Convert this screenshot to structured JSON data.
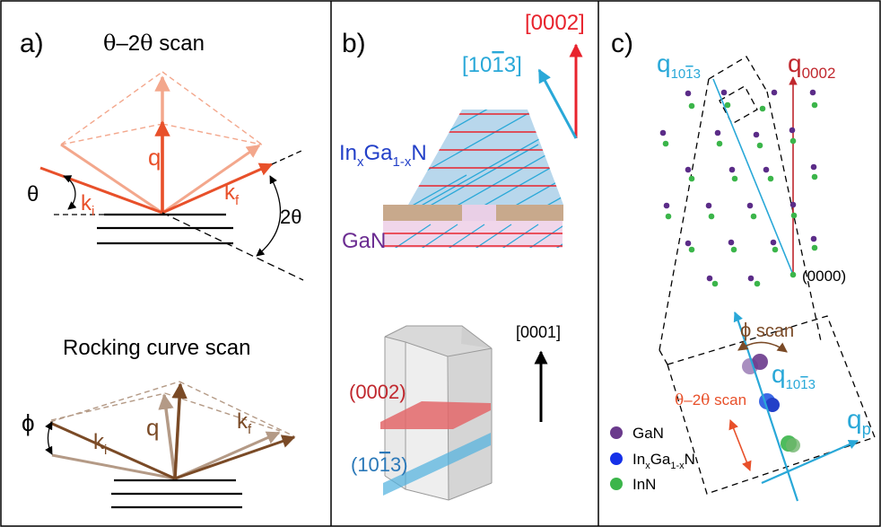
{
  "panels": {
    "a": {
      "label": "a)",
      "theta2theta_title": {
        "t1": "θ",
        "dash": "–2",
        "t2": "θ",
        "word": " scan"
      },
      "q": "q",
      "ki": {
        "k": "k",
        "sub": "i"
      },
      "kf": {
        "k": "k",
        "sub": "f"
      },
      "theta": "θ",
      "two_theta": "2θ",
      "rocking_title": "Rocking curve scan",
      "phi": "ϕ",
      "q2": "q",
      "ki2": {
        "k": "k",
        "sub": "i"
      },
      "kf2": {
        "k": "k",
        "sub": "f"
      }
    },
    "b": {
      "label": "b)",
      "dir_0002": "[0002]",
      "dir_1013": {
        "open": "[10",
        "bar": "1",
        "close": "3]"
      },
      "ingan": {
        "In": "In",
        "x": "x",
        "Ga": "Ga",
        "onemx": "1-x",
        "N": "N"
      },
      "gan": "GaN",
      "dir_0001": "[0001]",
      "plane_0002": "(0002)",
      "plane_1013": {
        "open": "(10",
        "bar": "1",
        "close": "3)"
      }
    },
    "c": {
      "label": "c)",
      "q1013": {
        "q": "q",
        "s1": "10",
        "bar": "1",
        "s2": "3"
      },
      "q0002": {
        "q": "q",
        "sub": "0002"
      },
      "origin": "(0000)",
      "phi_scan": {
        "phi": "ϕ",
        "word": " scan"
      },
      "q1013b": {
        "q": "q",
        "s1": "10",
        "bar": "1",
        "s2": "3"
      },
      "t2t_scan": {
        "t1": "θ",
        "dash": "–2",
        "t2": "θ",
        "word": " scan"
      },
      "qp": {
        "q": "q",
        "sub": "p"
      },
      "legend": {
        "gan": "GaN",
        "ingan": {
          "In": "In",
          "x": "x",
          "Ga": "Ga",
          "onemx": "1-x",
          "N": "N"
        },
        "inn": "InN"
      }
    }
  },
  "colors": {
    "orange": "#e8502a",
    "light_orange": "#f3a78c",
    "brown": "#7a4a26",
    "tan": "#b49a86",
    "red": "#e8232d",
    "dark_red": "#c0272d",
    "cyan": "#29a8d8",
    "blue": "#2340c8",
    "purple": "#6b2c91",
    "green": "#3bb54a",
    "gan_purple": "#6a3a8c"
  }
}
